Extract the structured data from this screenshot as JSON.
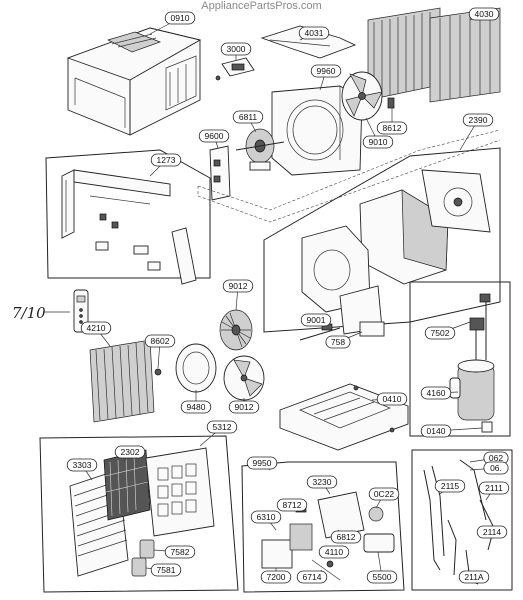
{
  "watermark": "AppliancePartsPros.com",
  "handwritten_note": "7/10",
  "labels": {
    "p0910": "0910",
    "p4031": "4031",
    "p4030": "4030",
    "p3000": "3000",
    "p9960": "9960",
    "p6811": "6811",
    "p9600": "9600",
    "p8612": "8612",
    "p9010": "9010",
    "p2390": "2390",
    "p1273": "1273",
    "p9012a": "9012",
    "p4210": "4210",
    "p8602": "8602",
    "p9480": "9480",
    "p9012b": "9012",
    "p9001": "9001",
    "p758": "758",
    "p7502": "7502",
    "p0410": "0410",
    "p4160": "4160",
    "p0140": "0140",
    "p5312": "5312",
    "p3303": "3303",
    "p2302": "2302",
    "p7582": "7582",
    "p7581": "7581",
    "p9950": "9950",
    "p3230": "3230",
    "p8712": "8712",
    "p0c22": "0C22",
    "p6310": "6310",
    "p6812": "6812",
    "p4110": "4110",
    "p7200": "7200",
    "p6714": "6714",
    "p5500": "5500",
    "p062a": "062",
    "p062b": "06.",
    "p2115": "2115",
    "p2111": "2111",
    "p2114": "2114",
    "p211a": "211A"
  }
}
